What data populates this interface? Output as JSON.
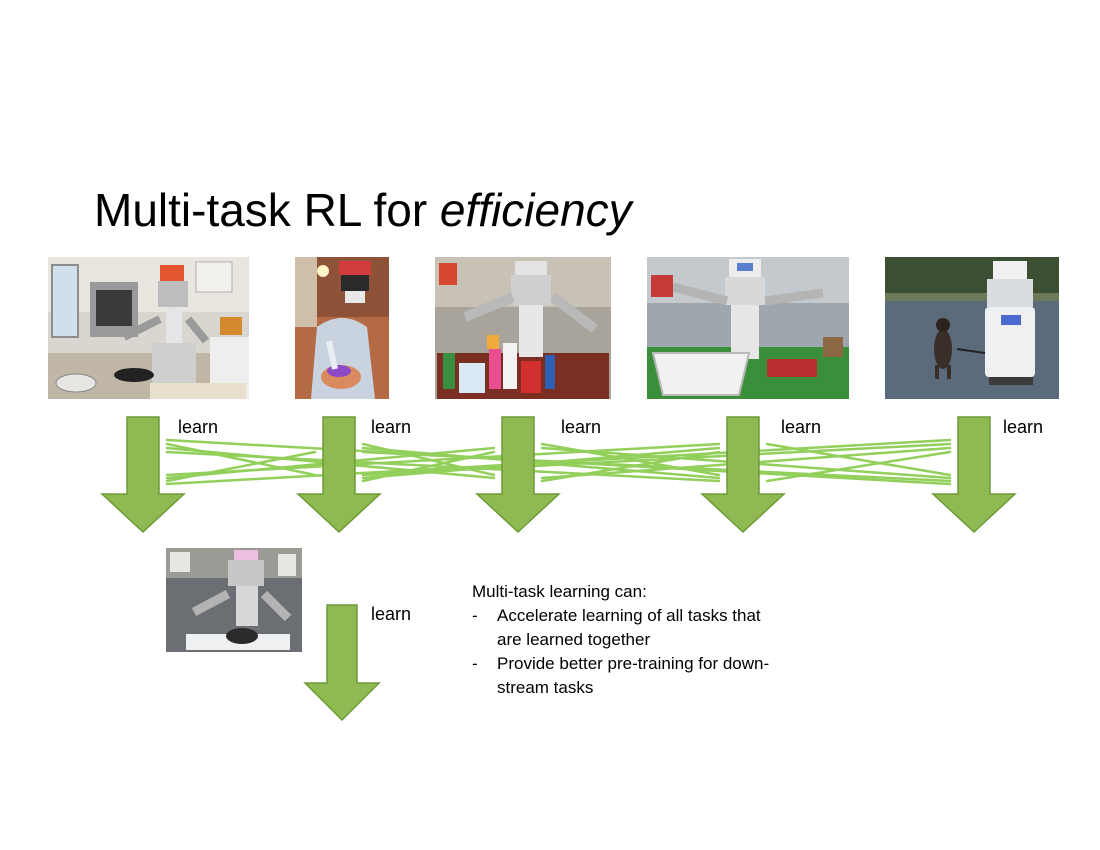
{
  "slide": {
    "title_main": "Multi-task RL for ",
    "title_emph": "efficiency"
  },
  "tasks": [
    {
      "label": "learn"
    },
    {
      "label": "learn"
    },
    {
      "label": "learn"
    },
    {
      "label": "learn"
    },
    {
      "label": "learn"
    }
  ],
  "downstream": {
    "label": "learn"
  },
  "notes": {
    "heading": "Multi-task learning can:",
    "points": [
      "Accelerate learning of all tasks that are learned together",
      "Provide better pre-training for down-stream tasks"
    ]
  },
  "colors": {
    "arrow_fill": "#8fba53",
    "arrow_stroke": "#6e9a36",
    "link_line": "#92cf5b"
  },
  "icons": {
    "photo_cooking": "pr2-cooking-photo",
    "photo_lab": "pr2-lab-coat-photo",
    "photo_bottles": "pr2-bottles-photo",
    "photo_laundry": "pr2-laundry-basket-photo",
    "photo_dog": "pr2-walking-dog-photo",
    "photo_new_task": "pr2-new-task-photo"
  }
}
